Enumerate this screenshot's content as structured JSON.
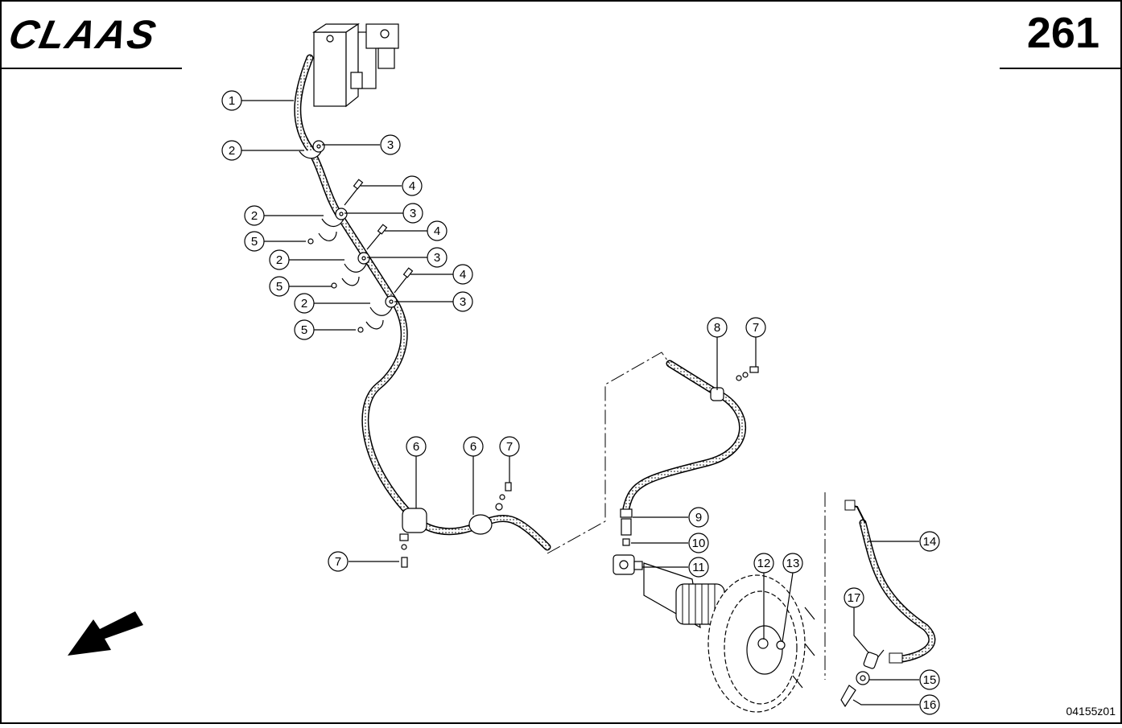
{
  "header": {
    "brand": "CLAAS",
    "page_number": "261"
  },
  "footer": {
    "drawing_code": "04155z01"
  },
  "callouts": [
    {
      "id": "c1",
      "label": "1"
    },
    {
      "id": "c2a",
      "label": "2"
    },
    {
      "id": "c3a",
      "label": "3"
    },
    {
      "id": "c4a",
      "label": "4"
    },
    {
      "id": "c2b",
      "label": "2"
    },
    {
      "id": "c3b",
      "label": "3"
    },
    {
      "id": "c5a",
      "label": "5"
    },
    {
      "id": "c4b",
      "label": "4"
    },
    {
      "id": "c2c",
      "label": "2"
    },
    {
      "id": "c3c",
      "label": "3"
    },
    {
      "id": "c4c",
      "label": "4"
    },
    {
      "id": "c5b",
      "label": "5"
    },
    {
      "id": "c2d",
      "label": "2"
    },
    {
      "id": "c3d",
      "label": "3"
    },
    {
      "id": "c5c",
      "label": "5"
    },
    {
      "id": "c8",
      "label": "8"
    },
    {
      "id": "c7a",
      "label": "7"
    },
    {
      "id": "c6a",
      "label": "6"
    },
    {
      "id": "c6b",
      "label": "6"
    },
    {
      "id": "c7b",
      "label": "7"
    },
    {
      "id": "c7c",
      "label": "7"
    },
    {
      "id": "c9",
      "label": "9"
    },
    {
      "id": "c10",
      "label": "10"
    },
    {
      "id": "c11",
      "label": "11"
    },
    {
      "id": "c12",
      "label": "12"
    },
    {
      "id": "c13",
      "label": "13"
    },
    {
      "id": "c14",
      "label": "14"
    },
    {
      "id": "c17",
      "label": "17"
    },
    {
      "id": "c15",
      "label": "15"
    },
    {
      "id": "c16",
      "label": "16"
    }
  ]
}
